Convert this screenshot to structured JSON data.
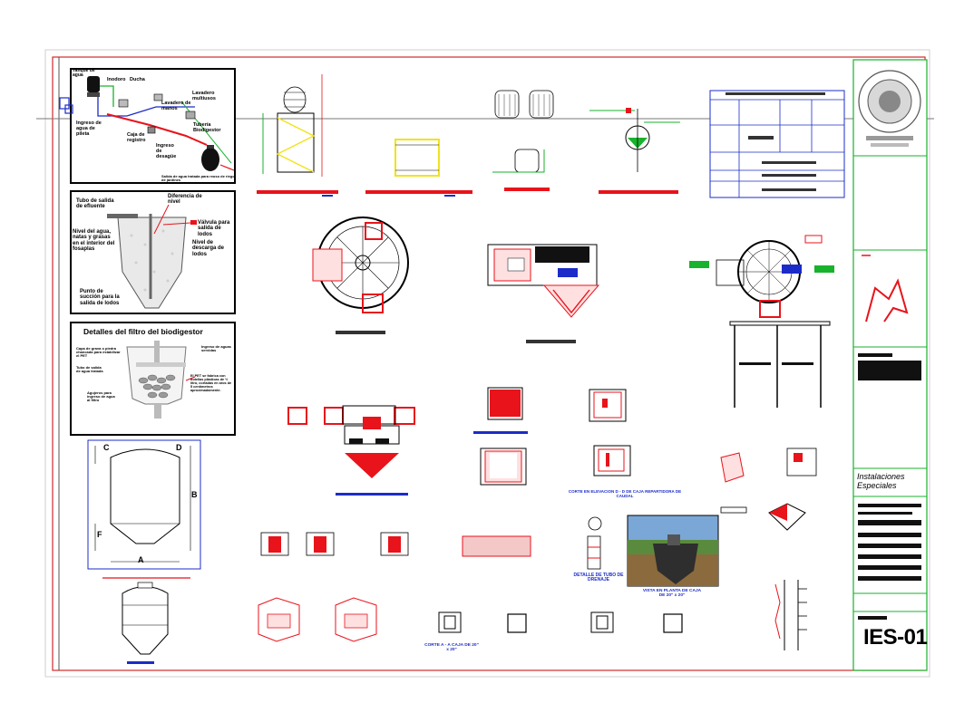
{
  "colors": {
    "red": "#e8131b",
    "blue": "#1b2cc9",
    "green": "#19b22c",
    "yellow": "#f1e31b",
    "magenta": "#d0006f",
    "frame_red": "#d22a2a"
  },
  "panel1": {
    "tanque": "Tanque de agua",
    "inodoro": "Inodoro",
    "ducha": "Ducha",
    "lavadero_manos": "Lavadero de manos",
    "lavadero_multiusos": "Lavadero multiusos",
    "ingreso_pileta": "Ingreso de agua de pileta",
    "caja_registro": "Caja de registro",
    "tuberia_biodigestor": "Tubería Biodigestor",
    "ingreso_desague": "Ingreso de desagüe",
    "salida_tratada": "Salida de agua tratada para reuso de riego de jardines"
  },
  "panel2": {
    "tubo_salida": "Tubo de salida de efluente",
    "diferencia_nivel": "Diferencia de nivel",
    "nivel_agua": "Nivel del agua, natas y grasas en el interior del fosaplas",
    "valvula": "Válvula para salida de lodos",
    "nivel_descarga": "Nivel de descarga de lodos",
    "punto_succion": "Punto de succión para la salida de lodos"
  },
  "panel3": {
    "title": "Detalles del filtro del biodigestor",
    "capa_grava": "Capa de grava o piedra chancada para estabilizar el PET",
    "ingreso_servidas": "Ingreso de aguas servidas",
    "tubo_salida_tratada": "Tubo de salida de agua tratada",
    "pet": "El PET se fabrica con botellas plásticas de ½ litro, cortadas en aros de 5 centímetros aproximadamente.",
    "agujeros": "Agujeros para ingreso de agua al filtro"
  },
  "tank_dims": {
    "a": "A",
    "b": "B",
    "c": "C",
    "d": "D",
    "f": "F"
  },
  "captions": {
    "corte_d": "CORTE EN ELEVACION D - D DE CAJA REPARTIDORA DE CAUDAL",
    "tubo_drenaje": "DETALLE DE TUBO DE DRENAJE",
    "vista_planta": "VISTA EN PLANTA DE CAJA DE 20\" x 20\"",
    "corte_a": "CORTE A - A CAJA DE 20\" x 20\""
  },
  "title_block": {
    "project": "Instalaciones Especiales",
    "sheet": "IES-01"
  }
}
